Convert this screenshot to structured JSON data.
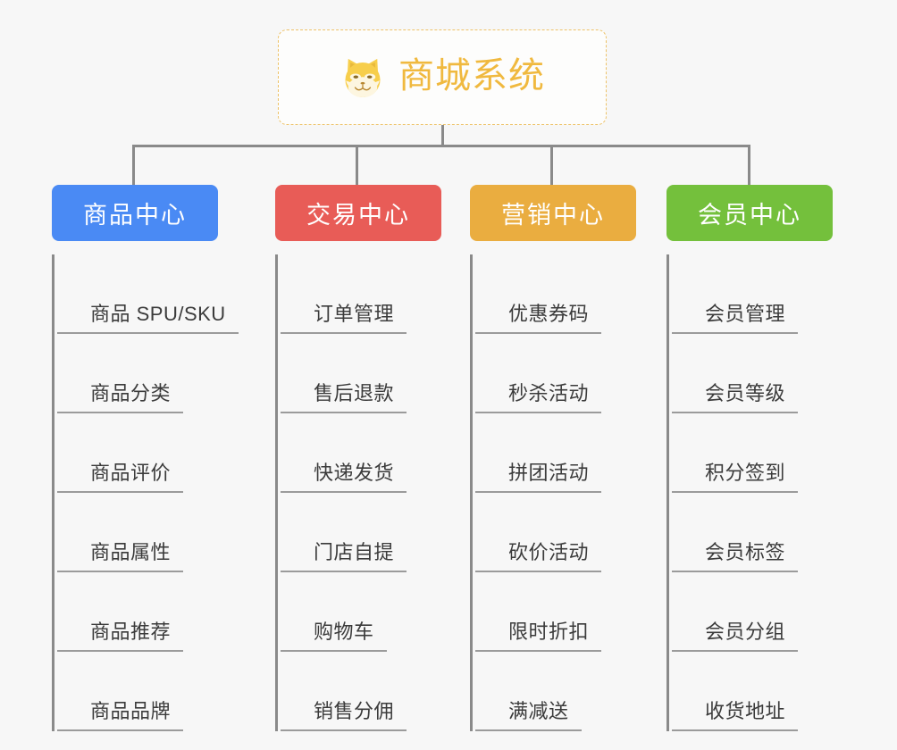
{
  "diagram": {
    "type": "org-chart",
    "background_color": "#f7f7f7",
    "root": {
      "title": "商城系统",
      "icon": "shiba-dog-face-icon",
      "border_color": "#edc268",
      "text_color": "#f0b93f"
    },
    "branches": [
      {
        "label": "商品中心",
        "color": "#4a8af4",
        "items": [
          "商品 SPU/SKU",
          "商品分类",
          "商品评价",
          "商品属性",
          "商品推荐",
          "商品品牌"
        ]
      },
      {
        "label": "交易中心",
        "color": "#e85c57",
        "items": [
          "订单管理",
          "售后退款",
          "快递发货",
          "门店自提",
          "购物车",
          "销售分佣"
        ]
      },
      {
        "label": "营销中心",
        "color": "#eaad40",
        "items": [
          "优惠券码",
          "秒杀活动",
          "拼团活动",
          "砍价活动",
          "限时折扣",
          "满减送"
        ]
      },
      {
        "label": "会员中心",
        "color": "#74c03c",
        "items": [
          "会员管理",
          "会员等级",
          "积分签到",
          "会员标签",
          "会员分组",
          "收货地址"
        ]
      }
    ]
  }
}
